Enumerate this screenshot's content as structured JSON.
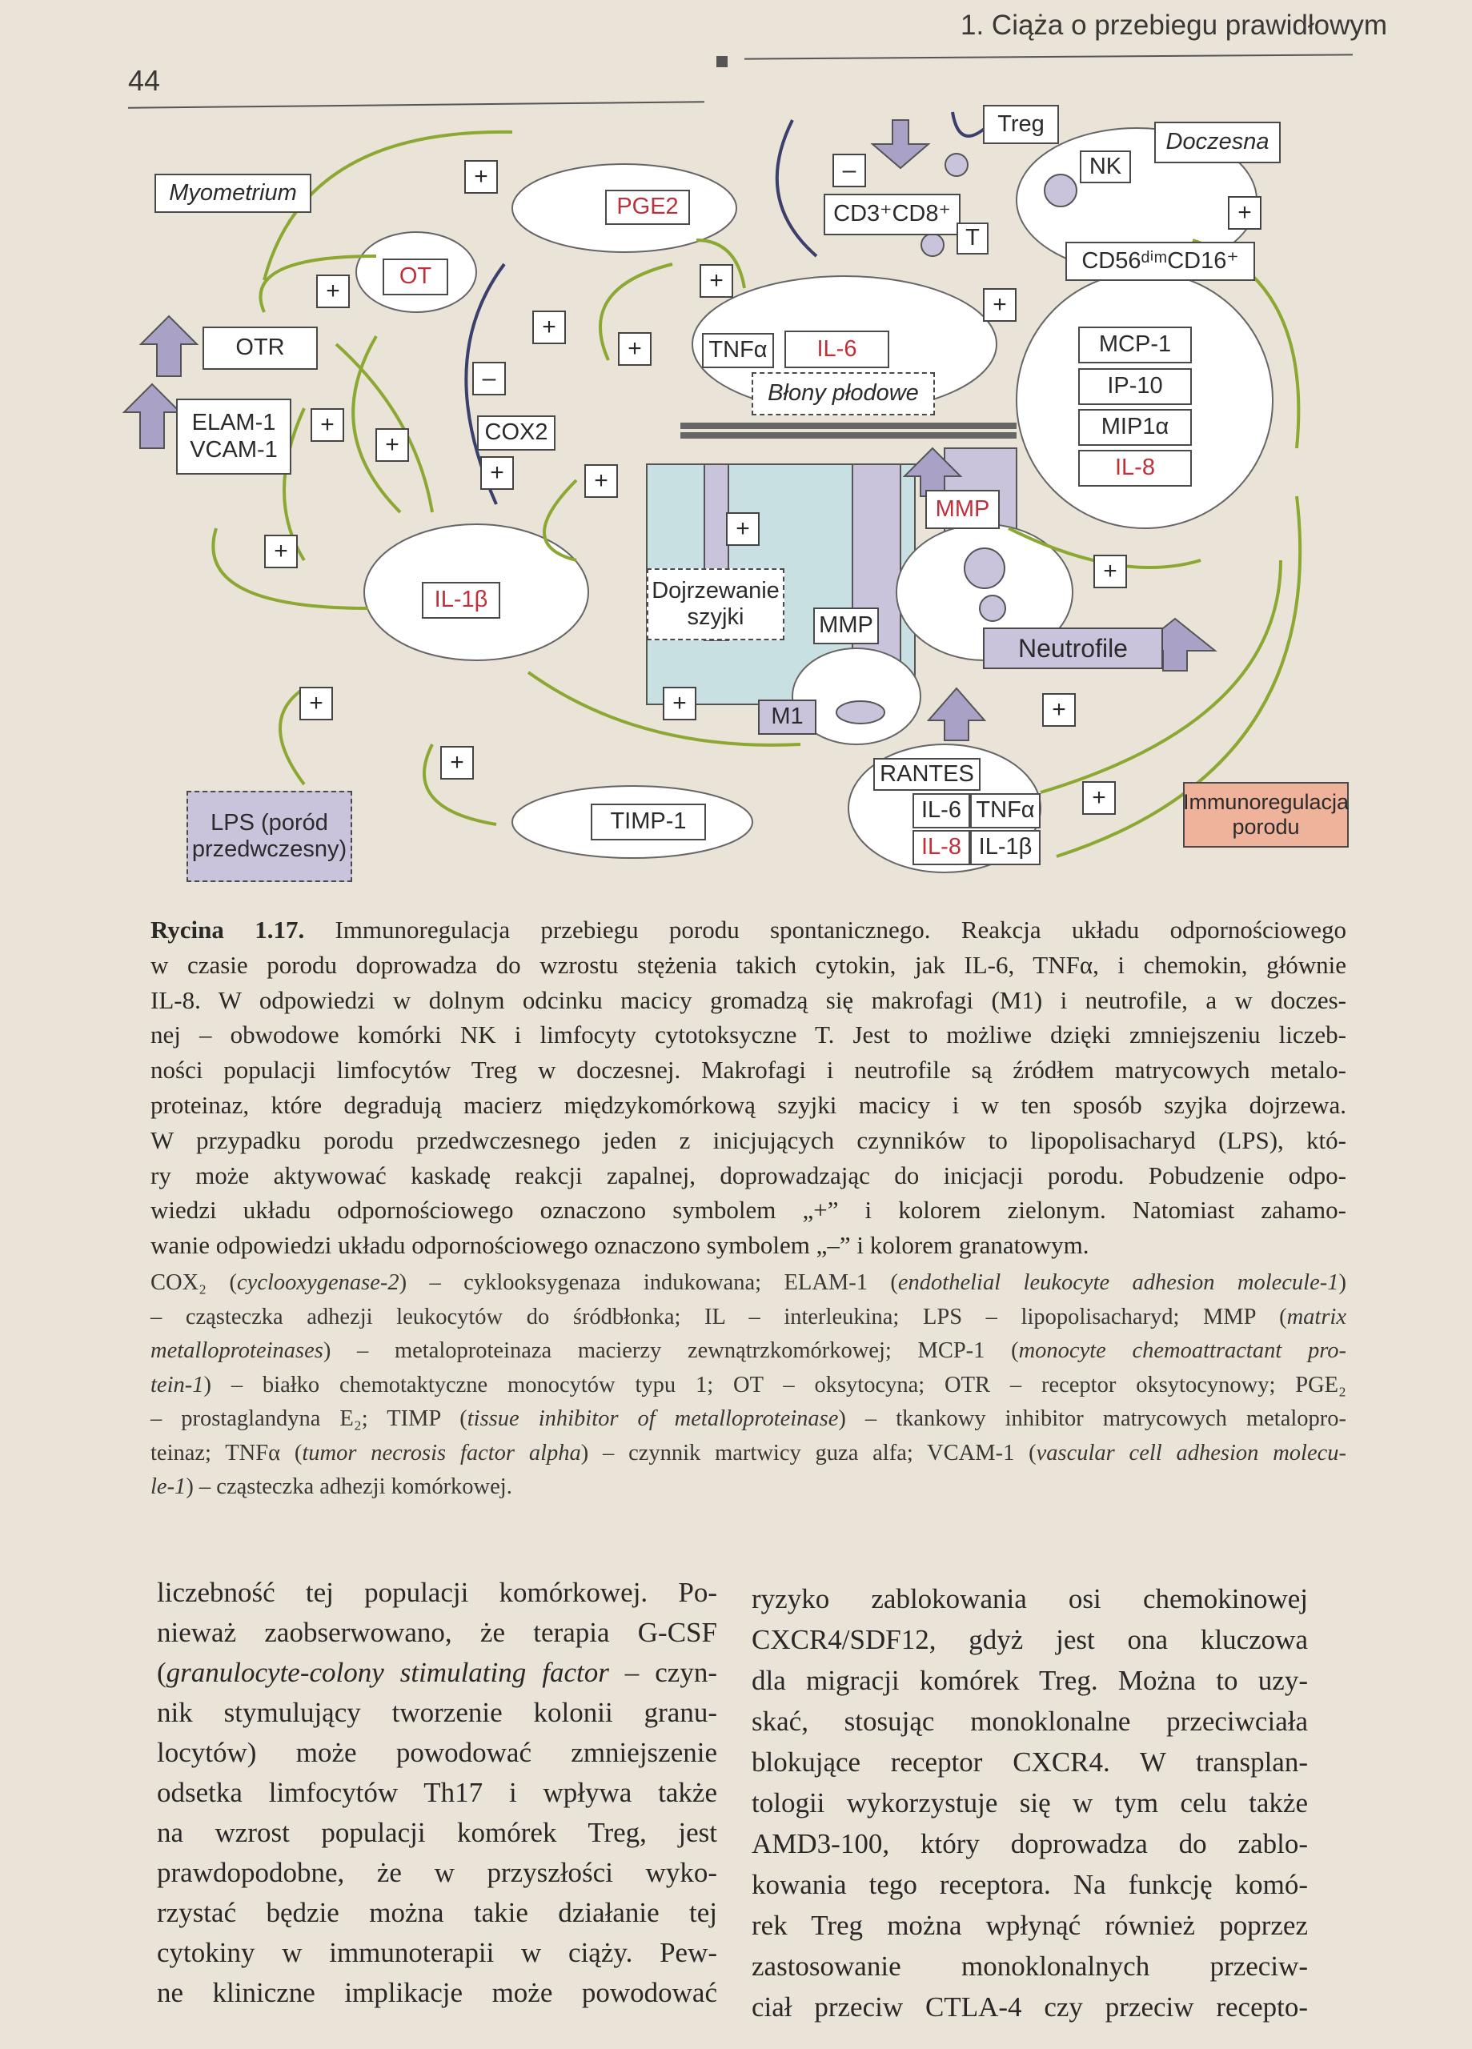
{
  "header": {
    "running_head": "1. Ciąża o przebiegu prawidłowym",
    "page_number": "44"
  },
  "diagram": {
    "myometrium": "Myometrium",
    "treg": "Treg",
    "doczesna": "Doczesna",
    "nk": "NK",
    "pge2": "PGE2",
    "cd3cd8": "CD3⁺CD8⁺",
    "t_cell": "T",
    "cd56cd16": "CD56ᵈⁱᵐCD16⁺",
    "ot": "OT",
    "otr": "OTR",
    "tnfa_top": "TNFα",
    "il6_top": "IL-6",
    "blony": "Błony płodowe",
    "mcp1": "MCP-1",
    "ip10": "IP-10",
    "mip1a": "MIP1α",
    "il8_right": "IL-8",
    "elam": "ELAM-1",
    "vcam": "VCAM-1",
    "cox2": "COX2",
    "mmp_upper": "MMP",
    "dojrzewanie": "Dojrzewanie szyjki",
    "il1b_left": "IL-1β",
    "mmp_lower": "MMP",
    "neutrofile": "Neutrofile",
    "m1": "M1",
    "rantes": "RANTES",
    "il6_bottom": "IL-6",
    "tnfa_bottom": "TNFα",
    "il8_bottom": "IL-8",
    "il1b_bottom": "IL-1β",
    "timp1": "TIMP-1",
    "lps": "LPS (poród przedwczesny)",
    "immunoregulacja": "Immunoregulacja porodu",
    "plus": "+",
    "minus": "–",
    "colors": {
      "activation": "#8aa832",
      "inhibition": "#3b3f6b",
      "cell": "#c9c3dc",
      "cervix": "#c9e0e3",
      "legend_box": "#efb39b"
    }
  },
  "caption": [
    [
      {
        "t": "Rycina 1.17. ",
        "b": true
      },
      {
        "t": "Immunoregulacja przebiegu porodu spontanicznego. Reakcja układu odpornościowego"
      }
    ],
    [
      {
        "t": "w czasie porodu doprowadza do wzrostu stężenia takich cytokin, jak IL-6, TNFα, i chemokin, głównie"
      }
    ],
    [
      {
        "t": "IL-8. W odpowiedzi w dolnym odcinku macicy gromadzą się makrofagi (M1) i neutrofile, a w doczes-"
      }
    ],
    [
      {
        "t": "nej – obwodowe komórki NK i limfocyty cytotoksyczne T. Jest to możliwe dzięki zmniejszeniu liczeb-"
      }
    ],
    [
      {
        "t": "ności populacji limfocytów Treg w doczesnej. Makrofagi i neutrofile są źródłem matrycowych metalo-"
      }
    ],
    [
      {
        "t": "proteinaz, które degradują macierz międzykomórkową szyjki macicy i w ten sposób szyjka dojrzewa."
      }
    ],
    [
      {
        "t": "W przypadku porodu przedwczesnego jeden z inicjujących czynników to lipopolisacharyd (LPS), któ-"
      }
    ],
    [
      {
        "t": "ry może aktywować kaskadę reakcji zapalnej, doprowadzając do inicjacji porodu. Pobudzenie odpo-"
      }
    ],
    [
      {
        "t": "wiedzi układu odpornościowego oznaczono symbolem „+” i kolorem zielonym. Natomiast zahamo-"
      }
    ],
    [
      {
        "t": "wanie odpowiedzi układu odpornościowego oznaczono symbolem „–” i kolorem granatowym."
      }
    ]
  ],
  "glossary": [
    [
      {
        "t": "COX₂ ("
      },
      {
        "t": "cyclooxygenase-2",
        "i": true
      },
      {
        "t": ") – cyklooksygenaza indukowana; ELAM-1 ("
      },
      {
        "t": "endothelial leukocyte adhesion molecule-1",
        "i": true
      },
      {
        "t": ")"
      }
    ],
    [
      {
        "t": "– cząsteczka adhezji leukocytów do śródbłonka; IL – interleukina; LPS – lipopolisacharyd; MMP ("
      },
      {
        "t": "matrix",
        "i": true
      }
    ],
    [
      {
        "t": "metalloproteinases",
        "i": true
      },
      {
        "t": ") – metaloproteinaza macierzy zewnątrzkomórkowej; MCP-1 ("
      },
      {
        "t": "monocyte chemoattractant pro-",
        "i": true
      }
    ],
    [
      {
        "t": "tein-1",
        "i": true
      },
      {
        "t": ") – białko chemotaktyczne monocytów typu 1; OT – oksytocyna; OTR – receptor oksytocynowy; PGE₂"
      }
    ],
    [
      {
        "t": "– prostaglandyna E₂; TIMP ("
      },
      {
        "t": "tissue inhibitor of metalloproteinase",
        "i": true
      },
      {
        "t": ") – tkankowy inhibitor matrycowych metalopro-"
      }
    ],
    [
      {
        "t": "teinaz; TNFα ("
      },
      {
        "t": "tumor necrosis factor alpha",
        "i": true
      },
      {
        "t": ") – czynnik martwicy guza alfa; VCAM-1 ("
      },
      {
        "t": "vascular cell adhesion molecu-",
        "i": true
      }
    ],
    [
      {
        "t": "le-1",
        "i": true
      },
      {
        "t": ") – cząsteczka adhezji komórkowej."
      }
    ]
  ],
  "body_left": [
    [
      {
        "t": "liczebność tej populacji komórkowej. Po-"
      }
    ],
    [
      {
        "t": "nieważ zaobserwowano, że terapia G-CSF"
      }
    ],
    [
      {
        "t": "("
      },
      {
        "t": "granulocyte-colony stimulating factor",
        "i": true
      },
      {
        "t": " – czyn-"
      }
    ],
    [
      {
        "t": "nik stymulujący tworzenie kolonii granu-"
      }
    ],
    [
      {
        "t": "locytów) może powodować zmniejszenie"
      }
    ],
    [
      {
        "t": "odsetka limfocytów Th17 i wpływa także"
      }
    ],
    [
      {
        "t": "na wzrost populacji komórek Treg, jest"
      }
    ],
    [
      {
        "t": "prawdopodobne, że w przyszłości wyko-"
      }
    ],
    [
      {
        "t": "rzystać będzie można takie działanie tej"
      }
    ],
    [
      {
        "t": "cytokiny w immunoterapii w ciąży. Pew-"
      }
    ],
    [
      {
        "t": "ne kliniczne implikacje może powodować"
      }
    ]
  ],
  "body_right": [
    [
      {
        "t": "ryzyko zablokowania osi chemokinowej"
      }
    ],
    [
      {
        "t": "CXCR4/SDF12, gdyż jest ona kluczowa"
      }
    ],
    [
      {
        "t": "dla migracji komórek Treg. Można to uzy-"
      }
    ],
    [
      {
        "t": "skać, stosując monoklonalne przeciwciała"
      }
    ],
    [
      {
        "t": "blokujące receptor CXCR4. W transplan-"
      }
    ],
    [
      {
        "t": "tologii wykorzystuje się w tym celu także"
      }
    ],
    [
      {
        "t": "AMD3-100, który doprowadza do zablo-"
      }
    ],
    [
      {
        "t": "kowania tego receptora. Na funkcję komó-"
      }
    ],
    [
      {
        "t": "rek Treg można wpłynąć również poprzez"
      }
    ],
    [
      {
        "t": "zastosowanie monoklonalnych przeciw-"
      }
    ],
    [
      {
        "t": "ciał przeciw CTLA-4 czy przeciw recepto-"
      }
    ]
  ]
}
